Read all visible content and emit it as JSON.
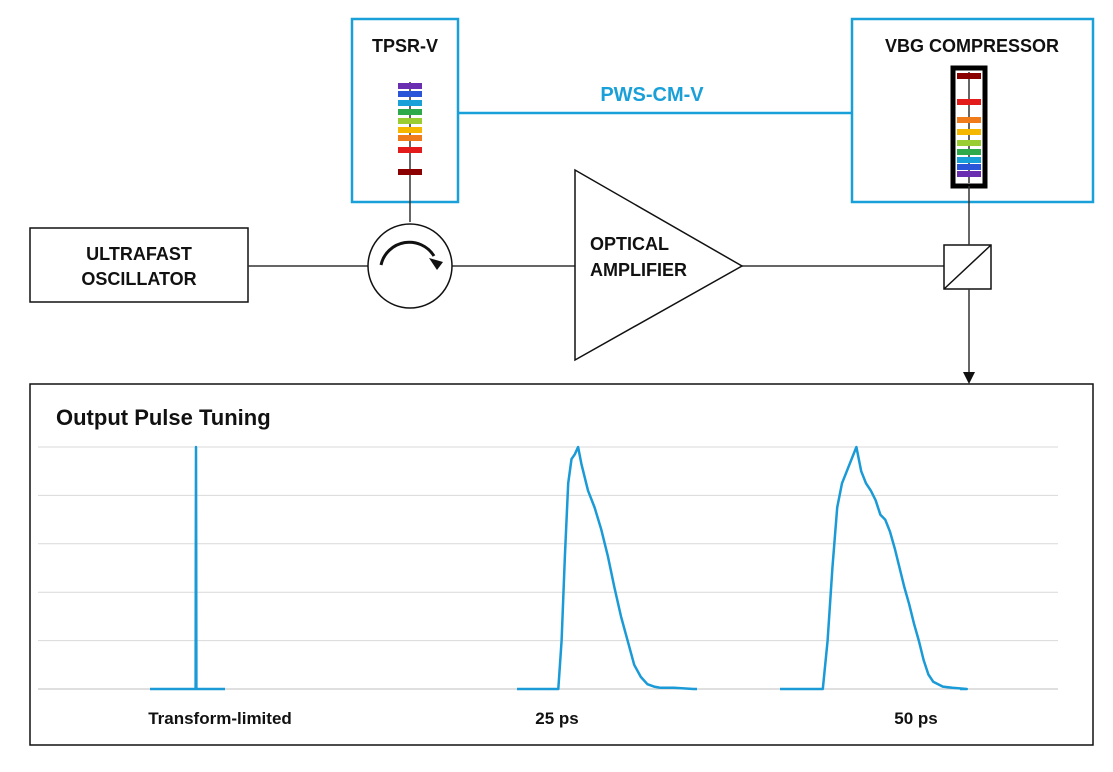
{
  "colors": {
    "accent": "#1aa0d8",
    "trace": "#1a9ad6",
    "outline": "#111111",
    "grid": "#d9d9d9",
    "spectrum": [
      "#8b0000",
      "#e31b1b",
      "#f07b1a",
      "#f5b700",
      "#9acd32",
      "#2eaa4a",
      "#1aa0d8",
      "#2a55d8",
      "#6a2fb0"
    ]
  },
  "blocks": {
    "tpsr": {
      "label": "TPSR-V"
    },
    "vbg": {
      "label": "VBG COMPRESSOR"
    },
    "link": {
      "label": "PWS-CM-V"
    },
    "oscillator": {
      "line1": "ULTRAFAST",
      "line2": "OSCILLATOR"
    },
    "amplifier": {
      "line1": "OPTICAL",
      "line2": "AMPLIFIER"
    },
    "icons": {
      "circulator": "circulator-arrow-icon",
      "beamsplitter": "beam-splitter-icon",
      "output_arrow": "arrow-down-icon"
    }
  },
  "chart_data": {
    "type": "line",
    "title": "Output Pulse Tuning",
    "xlabel": "",
    "ylabel": "",
    "ylim": [
      0,
      1
    ],
    "grid": true,
    "legend": "none",
    "categories": [
      "Transform-limited",
      "25 ps",
      "50 ps"
    ],
    "series": [
      {
        "x": [
          0,
          0.45,
          0.48,
          0.5,
          0.52,
          0.55,
          1
        ],
        "values": [
          0,
          0.0,
          0.6,
          1.0,
          0.6,
          0.0,
          0
        ]
      },
      {
        "x": [
          0,
          1,
          2,
          3,
          4,
          5,
          6,
          7,
          8,
          10,
          12,
          14,
          16,
          18,
          20,
          22,
          24,
          26,
          28,
          30,
          32,
          36,
          42,
          55
        ],
        "values": [
          0,
          0.0,
          0.2,
          0.55,
          0.85,
          0.95,
          0.97,
          1.0,
          0.93,
          0.82,
          0.75,
          0.66,
          0.55,
          0.42,
          0.3,
          0.2,
          0.1,
          0.05,
          0.02,
          0.01,
          0.005,
          0.005,
          0.0,
          0
        ]
      },
      {
        "x": [
          0,
          2,
          4,
          6,
          8,
          10,
          12,
          14,
          16,
          18,
          20,
          22,
          24,
          26,
          28,
          30,
          32,
          34,
          36,
          38,
          40,
          42,
          44,
          46,
          48,
          52,
          56,
          62,
          75
        ],
        "values": [
          0,
          0.0,
          0.2,
          0.5,
          0.75,
          0.85,
          0.9,
          0.95,
          1.0,
          0.9,
          0.85,
          0.82,
          0.78,
          0.72,
          0.7,
          0.65,
          0.58,
          0.5,
          0.42,
          0.35,
          0.27,
          0.2,
          0.12,
          0.06,
          0.03,
          0.01,
          0.005,
          0.0,
          0
        ]
      }
    ]
  }
}
